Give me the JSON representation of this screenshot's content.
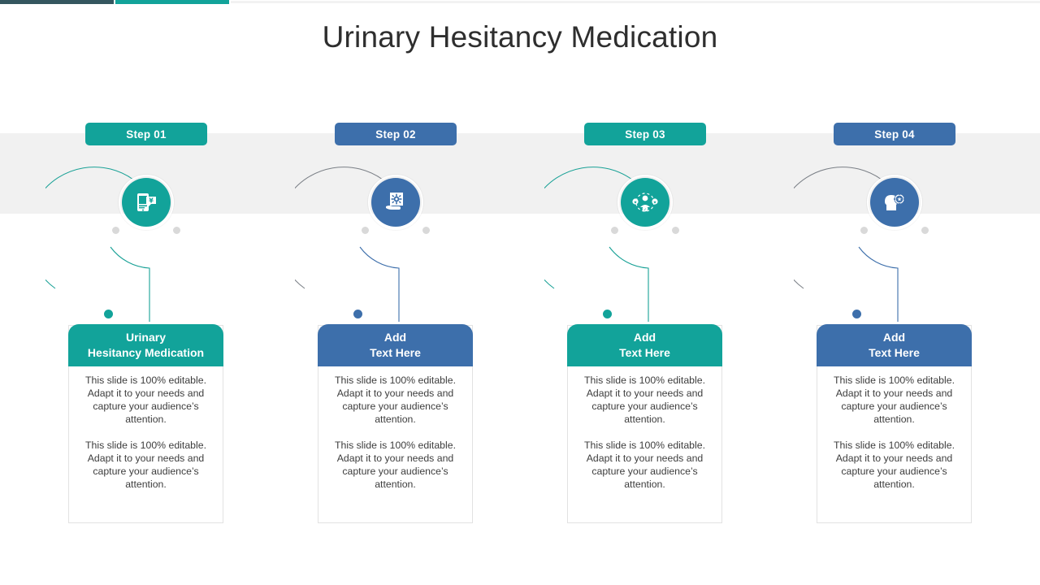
{
  "slide": {
    "title": "Urinary Hesitancy Medication",
    "accent_dark": "#34565f",
    "accent_teal": "#12a39a",
    "accent_blue": "#3d6fab",
    "band_color": "#f1f1f1"
  },
  "body_text": {
    "paragraph_1": "This slide is 100% editable. Adapt it to your needs and capture your audience’s attention.",
    "paragraph_2": "This slide is 100% editable. Adapt it to your needs and capture your audience’s attention."
  },
  "steps": [
    {
      "badge": "Step 01",
      "color": "#12a39a",
      "icon": "mobile-payment-icon",
      "heading_line1": "Urinary",
      "heading_line2": "Hesitancy Medication",
      "paragraph_1": "This slide is 100% editable. Adapt it to your needs and capture your audience’s attention.",
      "paragraph_2": "This slide is 100% editable. Adapt it to your needs and capture your audience’s attention."
    },
    {
      "badge": "Step 02",
      "color": "#3d6fab",
      "icon": "hand-holding-document-icon",
      "heading_line1": "Add",
      "heading_line2": "Text Here",
      "paragraph_1": "This slide is 100% editable. Adapt it to your needs and capture your audience’s attention.",
      "paragraph_2": "This slide is 100% editable. Adapt it to your needs and capture your audience’s attention."
    },
    {
      "badge": "Step 03",
      "color": "#12a39a",
      "icon": "people-network-icon",
      "heading_line1": "Add",
      "heading_line2": "Text Here",
      "paragraph_1": "This slide is 100% editable. Adapt it to your needs and capture your audience’s attention.",
      "paragraph_2": "This slide is 100% editable. Adapt it to your needs and capture your audience’s attention."
    },
    {
      "badge": "Step 04",
      "color": "#3d6fab",
      "icon": "head-star-badge-icon",
      "heading_line1": "Add",
      "heading_line2": "Text Here",
      "paragraph_1": "This slide is 100% editable. Adapt it to your needs and capture your audience’s attention.",
      "paragraph_2": "This slide is 100% editable. Adapt it to your needs and capture your audience’s attention."
    }
  ]
}
